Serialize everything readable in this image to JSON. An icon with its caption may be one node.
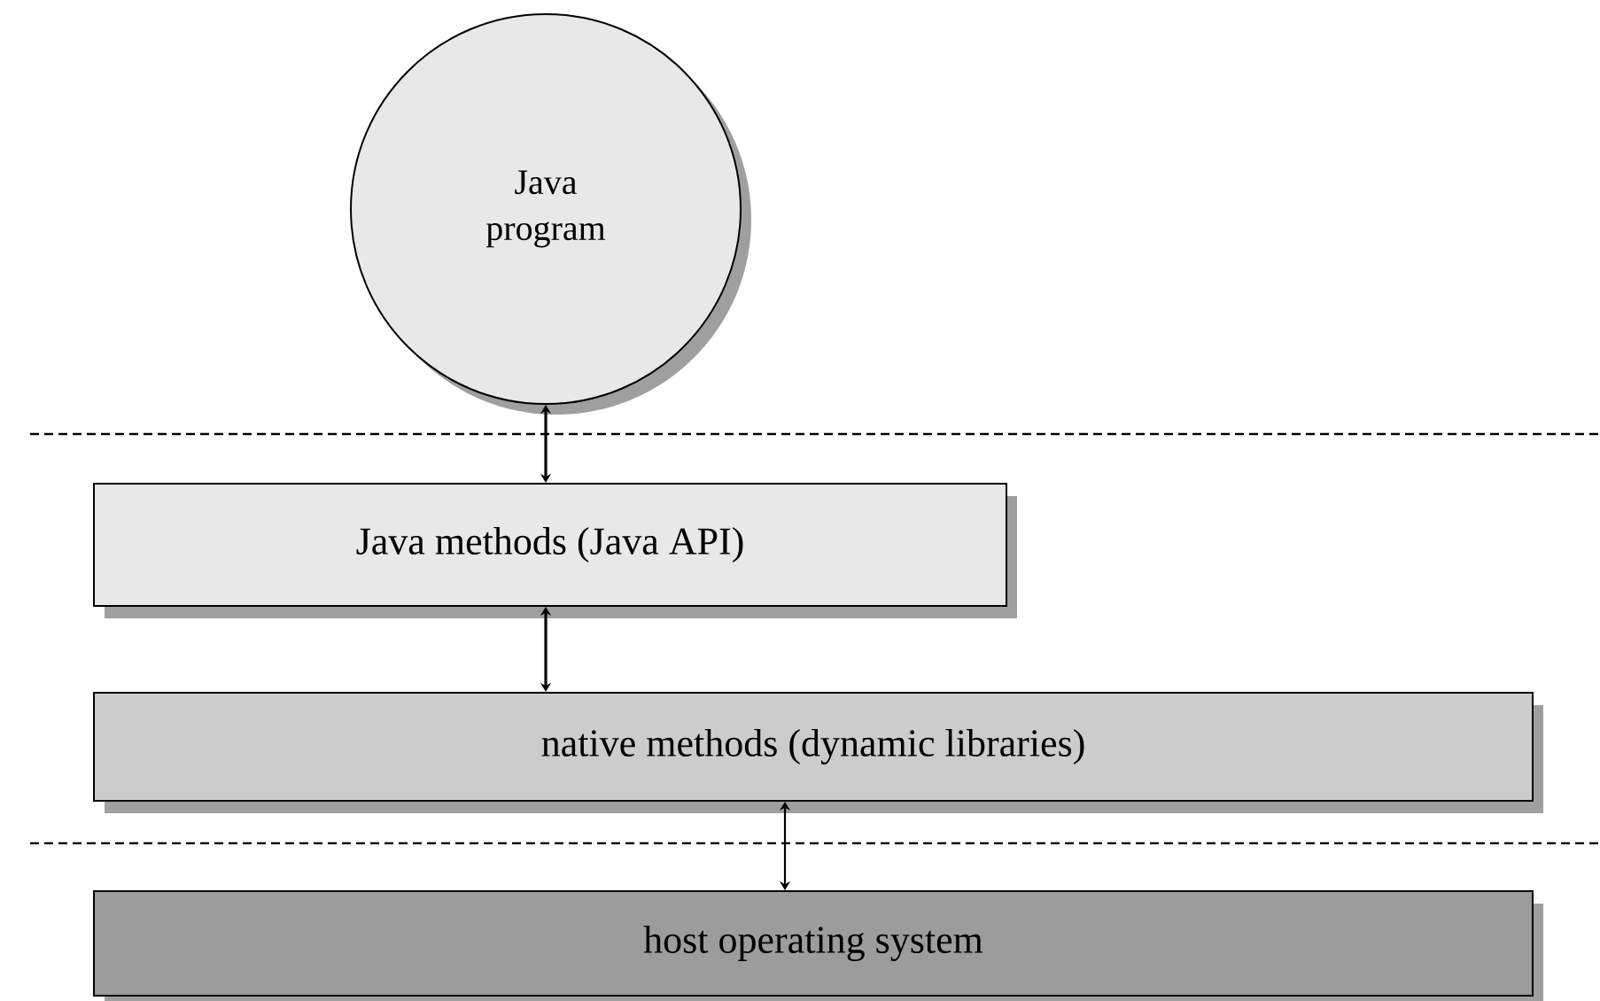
{
  "diagram": {
    "nodes": [
      {
        "text": [
          "Java program"
        ]
      },
      {
        "text": [
          "Java methods (Java API)"
        ]
      },
      {
        "text": [
          "native methods (dynamic libraries)"
        ]
      },
      {
        "text": [
          "host operating system"
        ]
      }
    ],
    "edges": [
      {
        "from": 0,
        "to": 1,
        "arrow": "both"
      },
      {
        "from": 1,
        "to": 2,
        "arrow": "both"
      },
      {
        "from": 2,
        "to": 3,
        "arrow": "both"
      }
    ]
  }
}
